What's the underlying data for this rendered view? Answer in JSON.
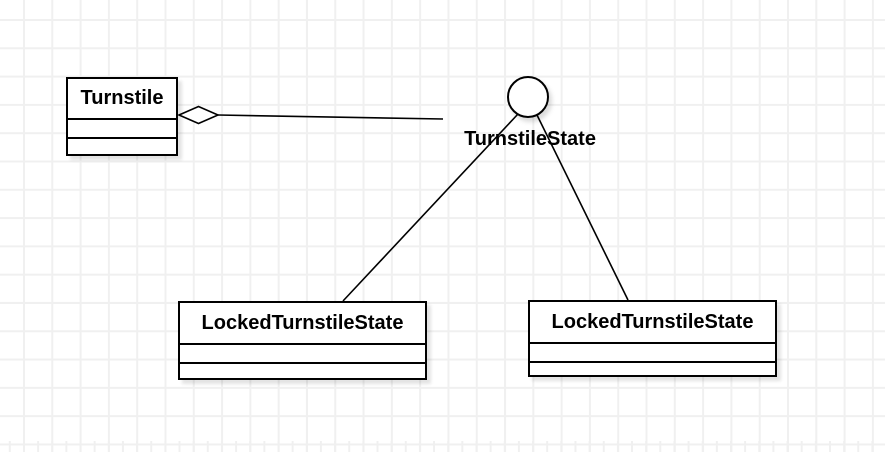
{
  "canvas": {
    "kind": "uml-class-diagram-canvas",
    "colors": {
      "background": "#ffffff",
      "grid_line": "#f0f0f0",
      "shape_fill": "#ffffff",
      "shape_stroke": "#000000",
      "text": "#000000",
      "shadow": "rgba(0,0,0,0.12)"
    }
  },
  "diagram": {
    "classes": [
      {
        "name": "Turnstile",
        "compartments": [
          "",
          ""
        ]
      },
      {
        "name": "LockedTurnstileState",
        "compartments": [
          "",
          ""
        ]
      },
      {
        "name": "LockedTurnstileState",
        "compartments": [
          "",
          ""
        ]
      }
    ],
    "interface": {
      "label": "TurnstileState",
      "notation": "lollipop-circle"
    },
    "relationships": [
      {
        "type": "aggregation",
        "marker": "hollow-diamond",
        "from": "Turnstile",
        "to": "TurnstileState"
      },
      {
        "type": "association",
        "from": "TurnstileState",
        "to": "LockedTurnstileState"
      },
      {
        "type": "association",
        "from": "TurnstileState",
        "to": "LockedTurnstileState"
      }
    ]
  }
}
